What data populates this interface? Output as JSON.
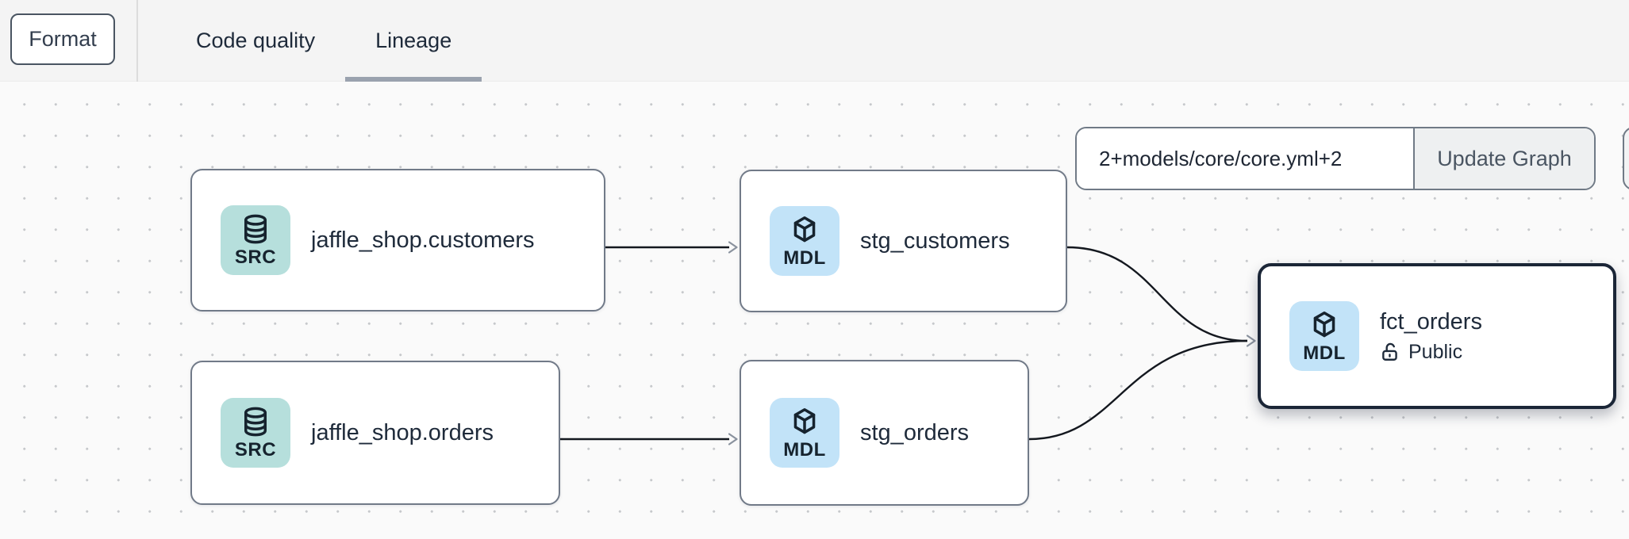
{
  "header": {
    "format_button": "Format",
    "tabs": [
      {
        "label": "Code quality",
        "active": false
      },
      {
        "label": "Lineage",
        "active": true
      }
    ]
  },
  "lineage": {
    "selector": {
      "value": "2+models/core/core.yml+2",
      "update_button": "Update Graph"
    },
    "nodes": [
      {
        "label": "jaffle_shop.customers",
        "type_badge": "SRC",
        "kind": "source",
        "icon": "database",
        "selected": false
      },
      {
        "label": "stg_customers",
        "type_badge": "MDL",
        "kind": "model",
        "icon": "cube",
        "selected": false
      },
      {
        "label": "jaffle_shop.orders",
        "type_badge": "SRC",
        "kind": "source",
        "icon": "database",
        "selected": false
      },
      {
        "label": "stg_orders",
        "type_badge": "MDL",
        "kind": "model",
        "icon": "cube",
        "selected": false
      },
      {
        "label": "fct_orders",
        "type_badge": "MDL",
        "kind": "model",
        "icon": "cube",
        "access": "Public",
        "access_icon": "unlock",
        "selected": true
      }
    ],
    "edges": [
      {
        "from": "jaffle_shop.customers",
        "to": "stg_customers"
      },
      {
        "from": "jaffle_shop.orders",
        "to": "stg_orders"
      },
      {
        "from": "stg_customers",
        "to": "fct_orders"
      },
      {
        "from": "stg_orders",
        "to": "fct_orders"
      }
    ],
    "colors": {
      "source_badge_bg": "#b6dfdc",
      "model_badge_bg": "#c2e3f8",
      "node_border": "#717a88",
      "selected_node_border": "#1b2637",
      "active_tab_underline": "#9aa2ae",
      "edge": "#14181f"
    }
  }
}
